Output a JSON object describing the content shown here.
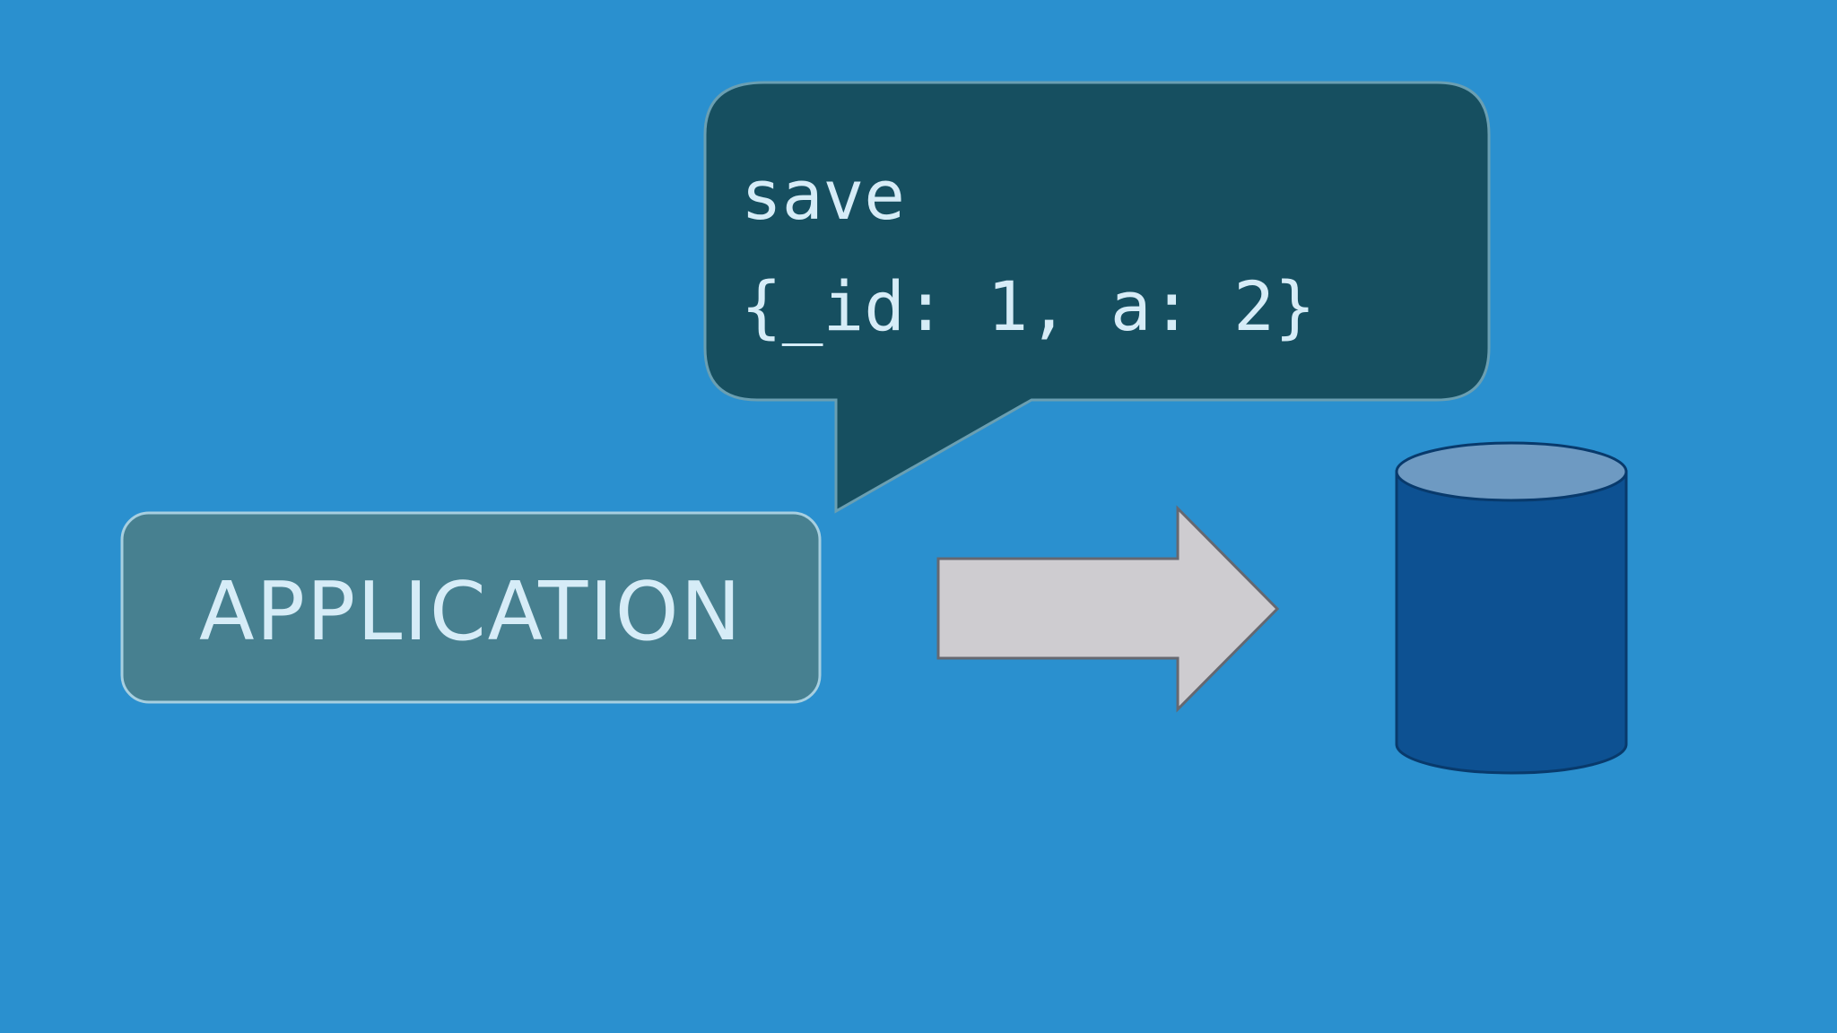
{
  "colors": {
    "background": "#2a90cf",
    "bubble_fill": "#164f60",
    "bubble_stroke": "#6a9fb2",
    "app_fill": "#478090",
    "app_stroke": "#a7cfe0",
    "text_light": "#d6ecf7",
    "arrow_fill": "#ceccd0",
    "arrow_stroke": "#666870",
    "db_body": "#0d5192",
    "db_top": "#6e9ac2",
    "db_stroke": "#083a6c"
  },
  "speech_bubble": {
    "command": "save",
    "document": "{_id: 1, a: 2}"
  },
  "application_box": {
    "label": "APPLICATION"
  },
  "icons": {
    "arrow": "right-arrow-icon",
    "database": "database-cylinder-icon"
  }
}
